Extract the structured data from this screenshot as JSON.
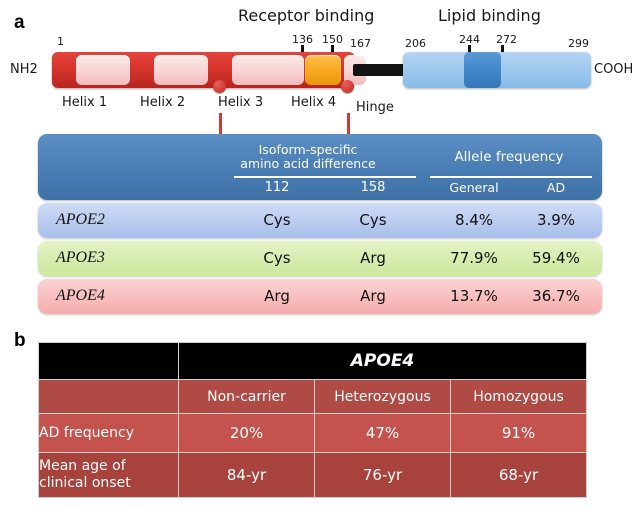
{
  "panels": {
    "a_letter": "a",
    "b_letter": "b"
  },
  "protein": {
    "domain_titles": {
      "receptor_binding": "Receptor binding",
      "lipid_binding": "Lipid binding"
    },
    "termini": {
      "n": "NH2",
      "c": "COOH"
    },
    "hinge_label": "Hinge",
    "nterm_residues": [
      "1",
      "136",
      "150",
      "167"
    ],
    "cterm_residues": [
      "206",
      "244",
      "272",
      "299"
    ],
    "helices": [
      "Helix 1",
      "Helix 2",
      "Helix 3",
      "Helix 4"
    ],
    "marker_positions": [
      "112",
      "158"
    ],
    "colors": {
      "nterm_bar": "#d8342c",
      "helix_fill": "#f9d2d2",
      "helix4_fill": "#f7a81e",
      "cterm_bar": "#9cc8ee",
      "cterm_subregion": "#3f85c9",
      "hinge": "#141414",
      "marker": "#c0241e",
      "connector": "#cf3a33"
    }
  },
  "isoform_table": {
    "header": {
      "group1_line1": "Isoform-specific",
      "group1_line2": "amino acid difference",
      "group2": "Allele frequency",
      "sub_112": "112",
      "sub_158": "158",
      "sub_general": "General",
      "sub_ad": "AD"
    },
    "rows": [
      {
        "name": "APOE2",
        "aa_112": "Cys",
        "aa_158": "Cys",
        "freq_general": "8.4%",
        "freq_ad": "3.9%",
        "color": "#b9cbef"
      },
      {
        "name": "APOE3",
        "aa_112": "Cys",
        "aa_158": "Arg",
        "freq_general": "77.9%",
        "freq_ad": "59.4%",
        "color": "#d7ecae"
      },
      {
        "name": "APOE4",
        "aa_112": "Arg",
        "aa_158": "Arg",
        "freq_general": "13.7%",
        "freq_ad": "36.7%",
        "color": "#f8bdbd"
      }
    ]
  },
  "apoe4_table": {
    "title": "APOE4",
    "column_headers": [
      "Non-carrier",
      "Heterozygous",
      "Homozygous"
    ],
    "rows": [
      {
        "label": "AD frequency",
        "label_line1": "AD frequency",
        "label_line2": "",
        "values": [
          "20%",
          "47%",
          "91%"
        ]
      },
      {
        "label": "Mean age of clinical onset",
        "label_line1": "Mean age of",
        "label_line2": "clinical onset",
        "values": [
          "84-yr",
          "76-yr",
          "68-yr"
        ]
      }
    ],
    "colors": {
      "header": "#000000",
      "subheader": "#b04a45",
      "row_light": "#c4534d",
      "row_dark": "#a8423d"
    }
  }
}
